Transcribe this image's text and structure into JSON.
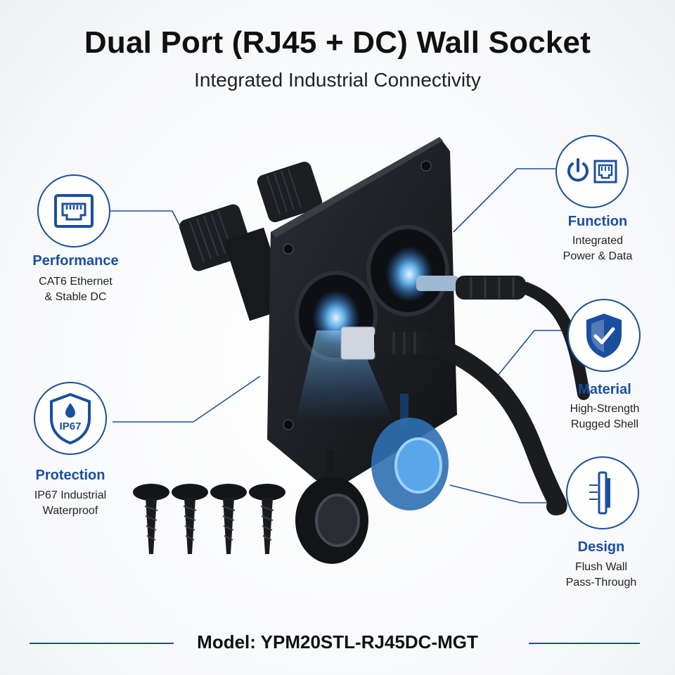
{
  "title": "Dual Port (RJ45 + DC) Wall Socket",
  "subtitle": "Integrated Industrial Connectivity",
  "features": {
    "performance": {
      "title": "Performance",
      "line1": "CAT6 Ethernet",
      "line2": "& Stable DC",
      "icon": "ethernet-port-icon"
    },
    "protection": {
      "title": "Protection",
      "line1": "IP67 Industrial",
      "line2": "Waterproof",
      "icon": "ip67-shield-icon",
      "badge": "IP67"
    },
    "function": {
      "title": "Function",
      "line1": "Integrated",
      "line2": "Power & Data",
      "icon": "power-ethernet-icon"
    },
    "material": {
      "title": "Material",
      "line1": "High-Strength",
      "line2": "Rugged Shell",
      "icon": "shield-check-icon"
    },
    "design": {
      "title": "Design",
      "line1": "Flush Wall",
      "line2": "Pass-Through",
      "icon": "flush-panel-icon"
    }
  },
  "model": "Model: YPM20STL-RJ45DC-MGT",
  "colors": {
    "accent": "#1a4fa0",
    "glow": "#4aa3ff",
    "body": "#1b1d21"
  }
}
